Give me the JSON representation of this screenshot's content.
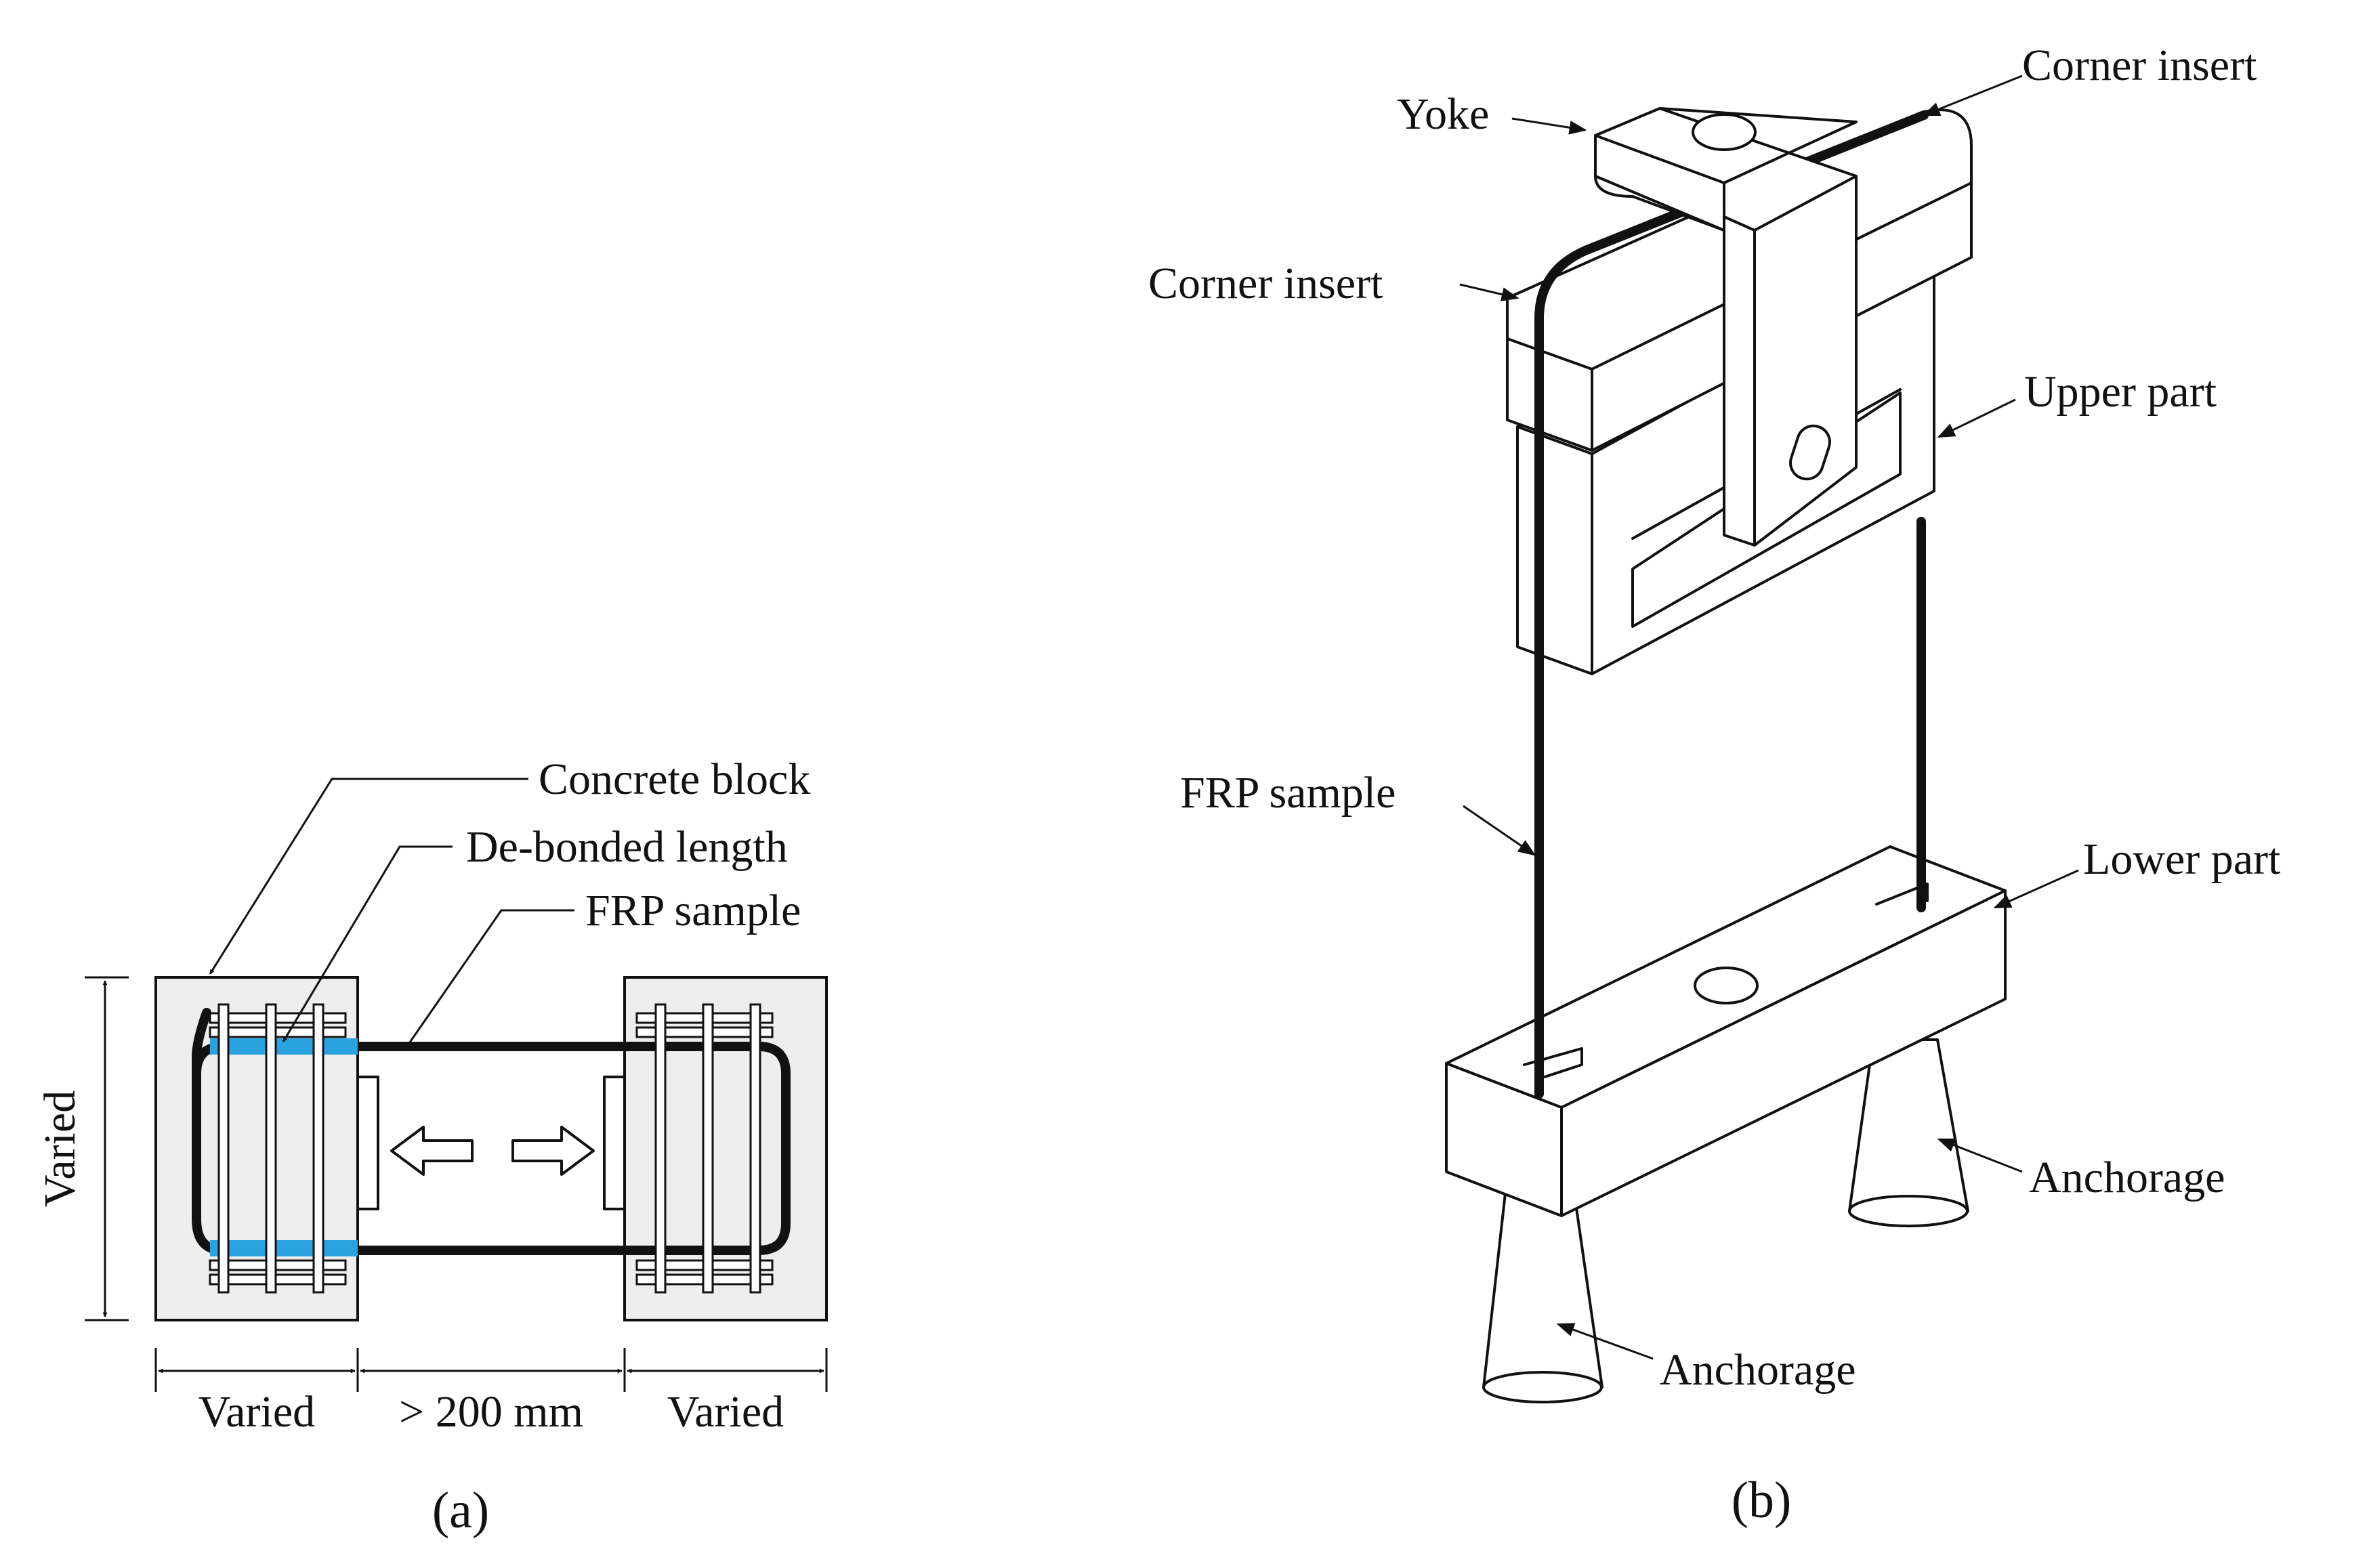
{
  "panel_a": {
    "caption": "(a)",
    "labels": {
      "concrete_block": "Concrete block",
      "debonded_length": "De-bonded length",
      "frp_sample": "FRP sample"
    },
    "dimensions": {
      "height": "Varied",
      "left_width": "Varied",
      "middle_length": "> 200 mm",
      "right_width": "Varied"
    }
  },
  "panel_b": {
    "caption": "(b)",
    "labels": {
      "yoke": "Yoke",
      "corner_insert_top": "Corner insert",
      "corner_insert_left": "Corner insert",
      "upper_part": "Upper part",
      "frp_sample": "FRP sample",
      "lower_part": "Lower part",
      "anchorage_right": "Anchorage",
      "anchorage_bottom": "Anchorage"
    }
  },
  "colors": {
    "debond_highlight": "#29a3e0",
    "concrete_fill": "#eeeeee",
    "line": "#111111"
  }
}
